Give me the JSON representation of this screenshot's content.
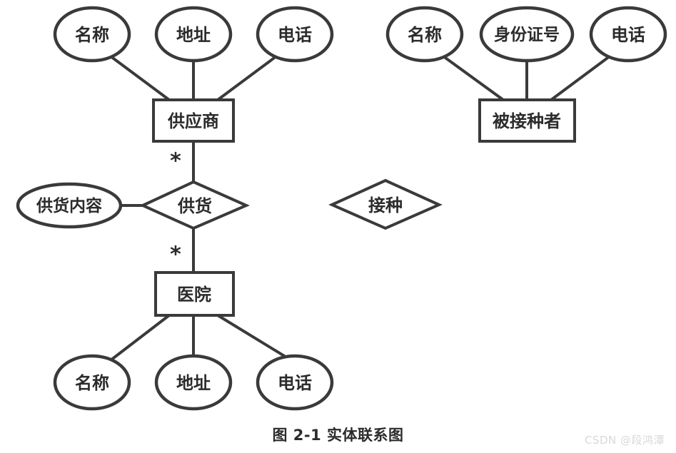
{
  "figure": {
    "caption": "图 2-1  实体联系图",
    "watermark": "CSDN @段鸿潭"
  },
  "colors": {
    "stroke": "#3a3a3a",
    "text": "#2b2b2b",
    "background": "#ffffff",
    "watermark": "#d8d8d8"
  },
  "entities": [
    {
      "id": "supplier",
      "label": "供应商",
      "shape": "rectangle"
    },
    {
      "id": "vaccinee",
      "label": "被接种者",
      "shape": "rectangle"
    },
    {
      "id": "hospital",
      "label": "医院",
      "shape": "rectangle"
    }
  ],
  "relationships": [
    {
      "id": "supply",
      "label": "供货",
      "shape": "diamond"
    },
    {
      "id": "vaccinate",
      "label": "接种",
      "shape": "diamond"
    }
  ],
  "attributes": [
    {
      "id": "supplier-name",
      "label": "名称",
      "owner": "supplier"
    },
    {
      "id": "supplier-address",
      "label": "地址",
      "owner": "supplier"
    },
    {
      "id": "supplier-phone",
      "label": "电话",
      "owner": "supplier"
    },
    {
      "id": "vaccinee-name",
      "label": "名称",
      "owner": "vaccinee"
    },
    {
      "id": "vaccinee-id",
      "label": "身份证号",
      "owner": "vaccinee"
    },
    {
      "id": "vaccinee-phone",
      "label": "电话",
      "owner": "vaccinee"
    },
    {
      "id": "supply-content",
      "label": "供货内容",
      "owner": "supply"
    },
    {
      "id": "hospital-name",
      "label": "名称",
      "owner": "hospital"
    },
    {
      "id": "hospital-address",
      "label": "地址",
      "owner": "hospital"
    },
    {
      "id": "hospital-phone",
      "label": "电话",
      "owner": "hospital"
    }
  ],
  "cardinalities": [
    {
      "id": "supplier-supply",
      "label": "*"
    },
    {
      "id": "supply-hospital",
      "label": "*"
    }
  ]
}
